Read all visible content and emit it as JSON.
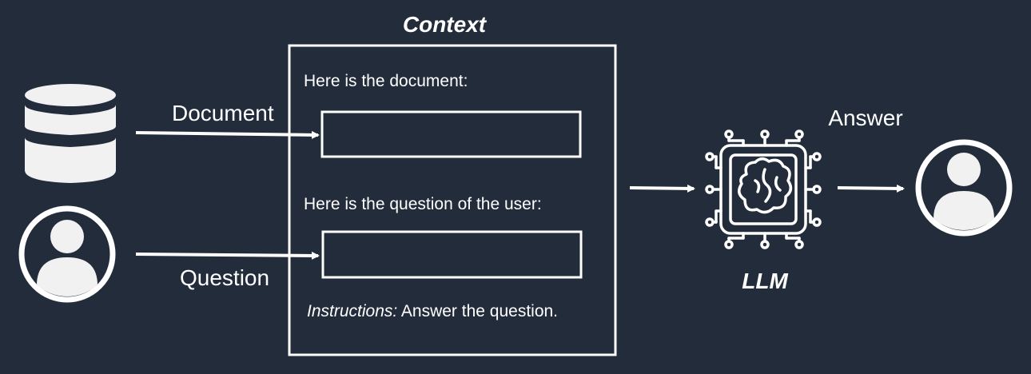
{
  "context": {
    "title": "Context",
    "doc_prompt": "Here is the document:",
    "question_prompt": "Here is the question of the user:",
    "instructions_label": "Instructions:",
    "instructions_text": " Answer the question."
  },
  "inputs": {
    "document_label": "Document",
    "question_label": "Question"
  },
  "model": {
    "label": "LLM"
  },
  "output": {
    "label": "Answer"
  },
  "colors": {
    "background": "#232c3b",
    "foreground": "#ffffff",
    "icon_fill": "#f1f1f1"
  },
  "icons": [
    "database-icon",
    "user-icon",
    "ai-chip-icon",
    "user-icon"
  ]
}
